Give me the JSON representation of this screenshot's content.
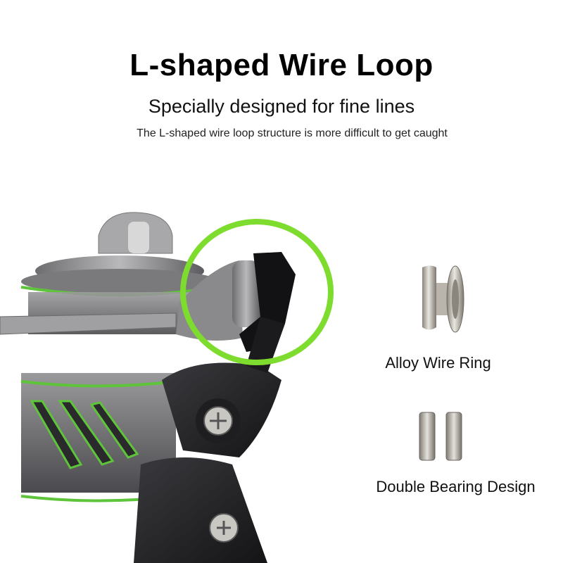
{
  "header": {
    "title": "L-shaped Wire Loop",
    "subtitle": "Specially designed for fine lines",
    "description": "The L-shaped wire loop structure is more difficult to get caught"
  },
  "features": [
    {
      "label": "Alloy Wire Ring",
      "icon": "wire-ring-icon"
    },
    {
      "label": "Double Bearing Design",
      "icon": "bearing-pair-icon"
    }
  ],
  "colors": {
    "highlight_ring": "#7ddc2e",
    "accent_green": "#5ec43a",
    "metal_dark": "#2c2c30",
    "metal_light": "#c9c7c2"
  }
}
